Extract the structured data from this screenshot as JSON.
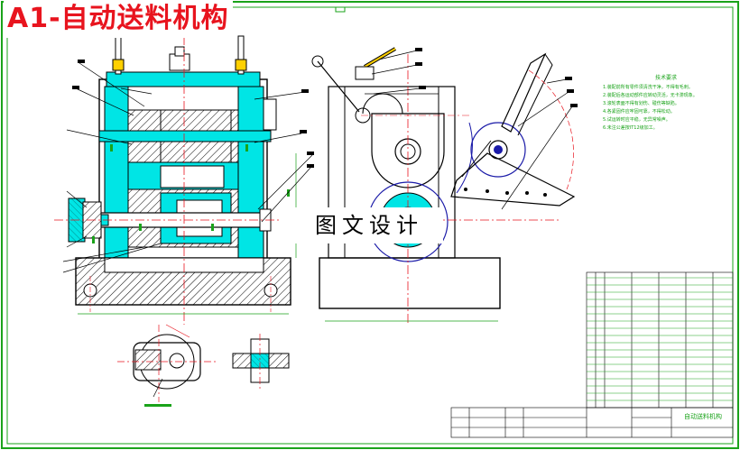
{
  "title": "A1-自动送料机构",
  "watermark": "图文设计",
  "technical_notes": {
    "heading": "技术要求",
    "lines": [
      "1.装配前所有零件须清洗干净，不得有毛刺。",
      "2.装配后各运动部件应转动灵活，无卡滞现象。",
      "3.滚轮表面不得有划伤、碰伤等缺陷。",
      "4.各紧固件应牢固可靠，不得松动。",
      "5.试运转时应平稳，无异常噪声。",
      "6.未注公差按IT12级加工。"
    ]
  },
  "title_block": {
    "drawing_name": "自动送料机构"
  },
  "colors": {
    "frame_green": "#1aa31a",
    "outline_black": "#000000",
    "section_cyan": "#00e5e5",
    "center_red": "#e8141e",
    "arc_blue": "#1a1aa8",
    "title_red": "#e8141e"
  }
}
